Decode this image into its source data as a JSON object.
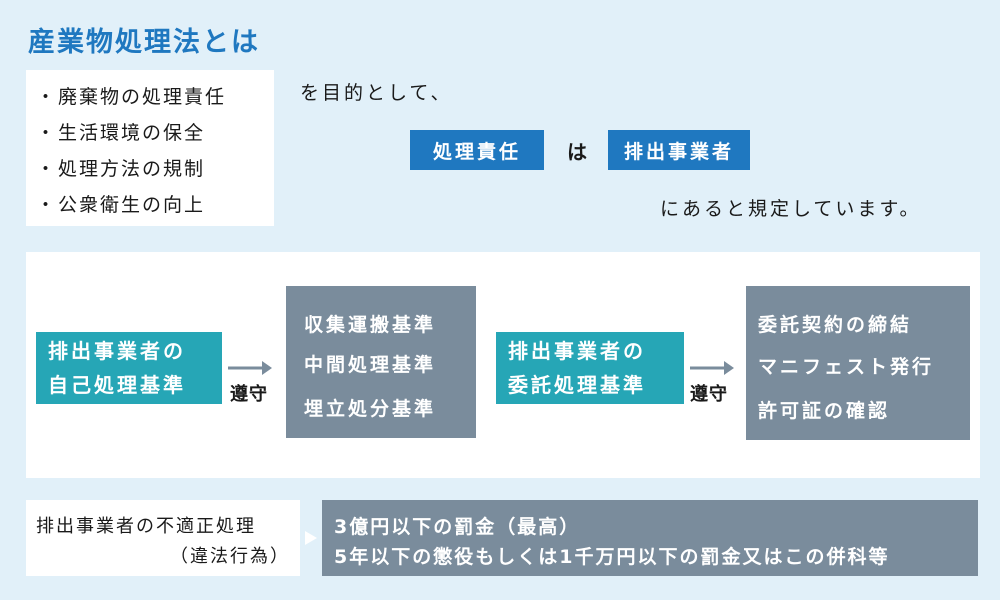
{
  "title": "産業物処理法とは",
  "purposes": [
    "廃棄物の処理責任",
    "生活環境の保全",
    "処理方法の規制",
    "公衆衛生の向上"
  ],
  "bullet": "・",
  "sentence": {
    "prefix": "を目的として、",
    "tag_left": "処理責任",
    "middle": "は",
    "tag_right": "排出事業者",
    "suffix": "にあると規定しています。"
  },
  "flow": {
    "left_box": [
      "排出事業者の",
      "自己処理基準"
    ],
    "left_arrow_label": "遵守",
    "left_standards": [
      "収集運搬基準",
      "中間処理基準",
      "埋立処分基準"
    ],
    "right_box": [
      "排出事業者の",
      "委託処理基準"
    ],
    "right_arrow_label": "遵守",
    "right_standards": [
      "委託契約の締結",
      "マニフェスト発行",
      "許可証の確認"
    ]
  },
  "penalty": {
    "label_line1": "排出事業者の不適正処理",
    "label_line2": "（違法行為）",
    "line1": "3億円以下の罰金（最高）",
    "line2": "5年以下の懲役もしくは1千万円以下の罰金又はこの併科等"
  },
  "colors": {
    "background": "#e1f0f9",
    "title": "#1f78c0",
    "tag": "#1f78c0",
    "teal_box": "#26a6b6",
    "slate_box": "#7a8c9c",
    "arrow": "#7a8c9c",
    "white": "#ffffff"
  }
}
